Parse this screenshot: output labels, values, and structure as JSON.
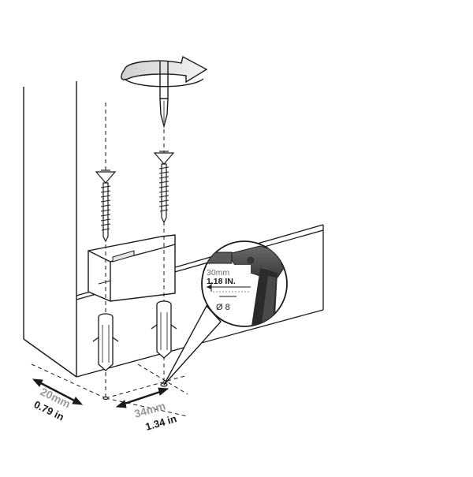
{
  "dimensions": {
    "depth_mm": "20mm",
    "depth_in": "0.79 in",
    "spacing_mm": "34mm",
    "spacing_in": "1.34 in"
  },
  "drill_callout": {
    "depth_mm": "30mm",
    "depth_in": "1.18 IN.",
    "diameter": "Ø 8"
  },
  "colors": {
    "line": "#1a1a1a",
    "drill_body": "#4a4a4a",
    "drill_dark": "#2b2b2b",
    "accent_gray": "#9a9a9a"
  },
  "icons": [
    "rotation-arrow-icon",
    "screwdriver-icon",
    "screw-icon",
    "wall-plug-icon",
    "drill-icon"
  ]
}
